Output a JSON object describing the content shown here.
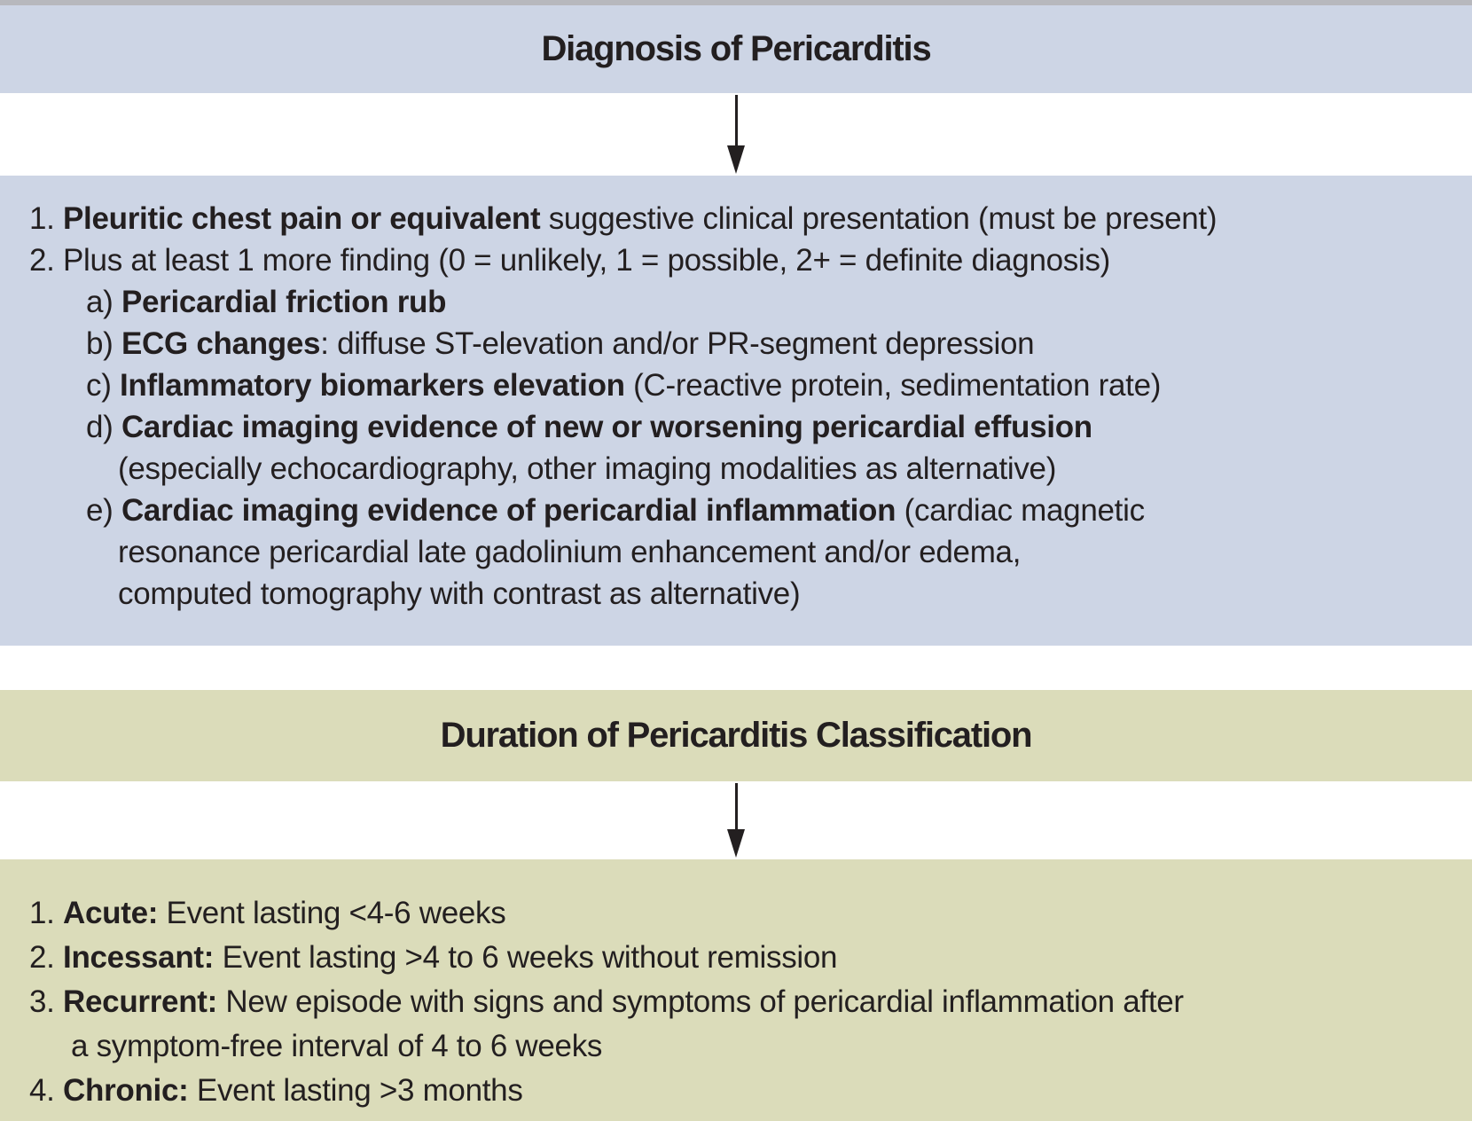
{
  "colors": {
    "top_strip": "#b7b8bd",
    "diagnosis_bg": "#cdd5e5",
    "duration_bg": "#dbdcba",
    "text": "#231f20",
    "arrow": "#231f20",
    "page_background": "#ffffff"
  },
  "diagnosis": {
    "header": "Diagnosis of Pericarditis",
    "arrow_icon": "down-arrow",
    "lines": [
      {
        "indent": 0,
        "segments": [
          {
            "text": "1. ",
            "bold": false
          },
          {
            "text": "Pleuritic chest pain or equivalent",
            "bold": true
          },
          {
            "text": " suggestive clinical presentation (must be present)",
            "bold": false
          }
        ]
      },
      {
        "indent": 0,
        "segments": [
          {
            "text": "2. Plus at least 1 more finding (0 = unlikely, 1 = possible, 2+ = definite diagnosis)",
            "bold": false
          }
        ]
      },
      {
        "indent": 1,
        "segments": [
          {
            "text": "a) ",
            "bold": false
          },
          {
            "text": "Pericardial friction rub",
            "bold": true
          }
        ]
      },
      {
        "indent": 1,
        "segments": [
          {
            "text": "b) ",
            "bold": false
          },
          {
            "text": "ECG changes",
            "bold": true
          },
          {
            "text": ": diffuse ST-elevation and/or PR-segment depression",
            "bold": false
          }
        ]
      },
      {
        "indent": 1,
        "segments": [
          {
            "text": "c) ",
            "bold": false
          },
          {
            "text": "Inflammatory biomarkers elevation",
            "bold": true
          },
          {
            "text": " (C-reactive protein, sedimentation rate)",
            "bold": false
          }
        ]
      },
      {
        "indent": 1,
        "segments": [
          {
            "text": "d) ",
            "bold": false
          },
          {
            "text": "Cardiac imaging evidence of new or worsening pericardial effusion",
            "bold": true
          }
        ]
      },
      {
        "indent": 2,
        "segments": [
          {
            "text": "(especially echocardiography, other imaging modalities as alternative)",
            "bold": false
          }
        ]
      },
      {
        "indent": 1,
        "segments": [
          {
            "text": "e) ",
            "bold": false
          },
          {
            "text": "Cardiac imaging evidence of pericardial inflammation",
            "bold": true
          },
          {
            "text": " (cardiac magnetic",
            "bold": false
          }
        ]
      },
      {
        "indent": 2,
        "segments": [
          {
            "text": "resonance pericardial late gadolinium enhancement and/or edema,",
            "bold": false
          }
        ]
      },
      {
        "indent": 2,
        "segments": [
          {
            "text": "computed tomography with contrast as alternative)",
            "bold": false
          }
        ]
      }
    ]
  },
  "duration": {
    "header": "Duration of Pericarditis Classification",
    "arrow_icon": "down-arrow",
    "lines": [
      {
        "indent": 0,
        "segments": [
          {
            "text": "1. ",
            "bold": false
          },
          {
            "text": "Acute:",
            "bold": true
          },
          {
            "text": " Event lasting <4-6 weeks",
            "bold": false
          }
        ]
      },
      {
        "indent": 0,
        "segments": [
          {
            "text": "2. ",
            "bold": false
          },
          {
            "text": "Incessant:",
            "bold": true
          },
          {
            "text": " Event lasting >4 to 6 weeks without remission",
            "bold": false
          }
        ]
      },
      {
        "indent": 0,
        "segments": [
          {
            "text": "3. ",
            "bold": false
          },
          {
            "text": "Recurrent:",
            "bold": true
          },
          {
            "text": " New episode with signs and symptoms of pericardial inflammation after",
            "bold": false
          }
        ]
      },
      {
        "indent": 1,
        "segments": [
          {
            "text": "a symptom-free interval of 4 to 6 weeks",
            "bold": false
          }
        ]
      },
      {
        "indent": 0,
        "segments": [
          {
            "text": "4. ",
            "bold": false
          },
          {
            "text": "Chronic:",
            "bold": true
          },
          {
            "text": " Event lasting >3 months",
            "bold": false
          }
        ]
      }
    ]
  }
}
